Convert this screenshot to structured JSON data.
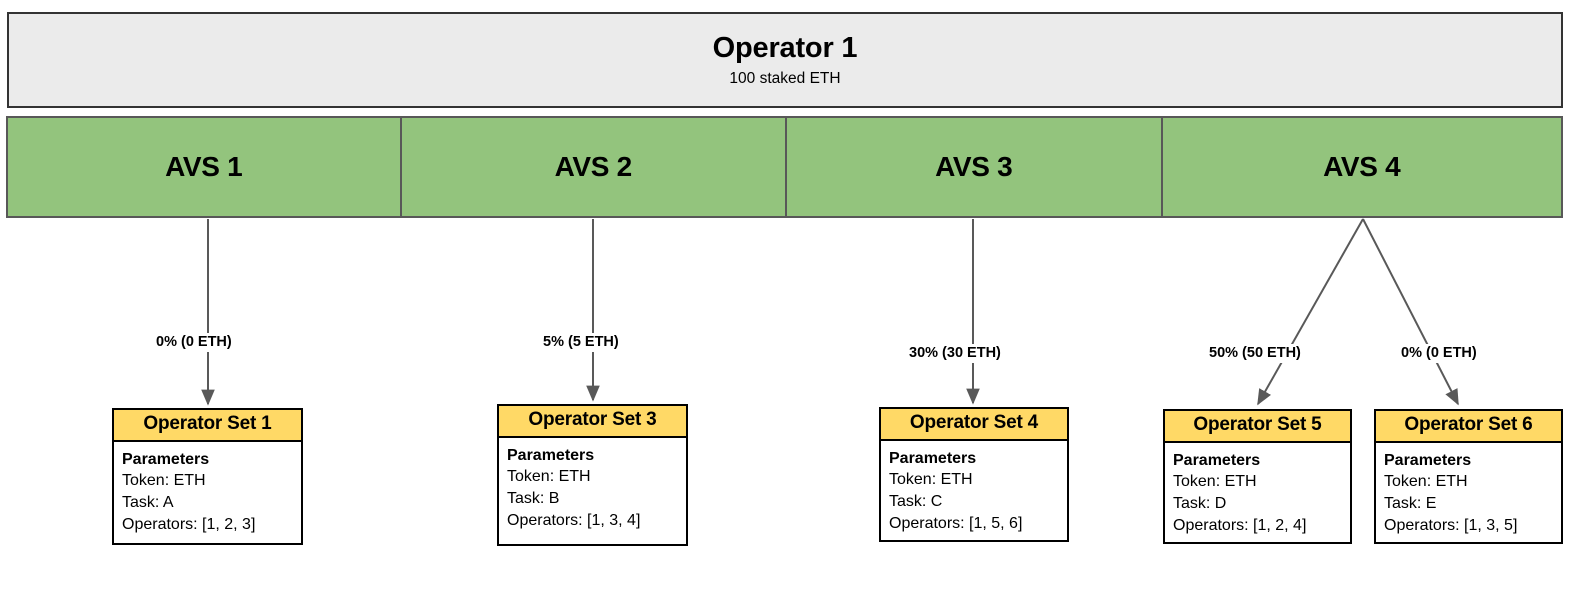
{
  "diagram": {
    "title": "Operator 1 AVS allocation diagram",
    "colors": {
      "operator_box": "#ebebeb",
      "avs_box": "#93c47d",
      "operator_set_header": "#ffd966",
      "operator_set_body": "#ffffff",
      "border": "#000000",
      "connector": "#595959"
    }
  },
  "operator": {
    "name": "Operator 1",
    "stake": "100 staked ETH"
  },
  "avs": [
    {
      "label": "AVS 1"
    },
    {
      "label": "AVS 2"
    },
    {
      "label": "AVS 3"
    },
    {
      "label": "AVS 4"
    }
  ],
  "edges": [
    {
      "from": "AVS 1",
      "to": "Operator Set 1",
      "label": "0% (0 ETH)",
      "percent": 0,
      "eth": 0
    },
    {
      "from": "AVS 2",
      "to": "Operator Set 3",
      "label": "5% (5 ETH)",
      "percent": 5,
      "eth": 5
    },
    {
      "from": "AVS 3",
      "to": "Operator Set 4",
      "label": "30% (30 ETH)",
      "percent": 30,
      "eth": 30
    },
    {
      "from": "AVS 4",
      "to": "Operator Set 5",
      "label": "50% (50 ETH)",
      "percent": 50,
      "eth": 50
    },
    {
      "from": "AVS 4",
      "to": "Operator Set 6",
      "label": "0% (0 ETH)",
      "percent": 0,
      "eth": 0
    }
  ],
  "operator_sets": [
    {
      "title": "Operator Set 1",
      "params_title": "Parameters",
      "token": "Token: ETH",
      "task": "Task: A",
      "operators": "Operators: [1, 2, 3]"
    },
    {
      "title": "Operator Set 3",
      "params_title": "Parameters",
      "token": "Token: ETH",
      "task": "Task: B",
      "operators": "Operators: [1, 3, 4]"
    },
    {
      "title": "Operator Set 4",
      "params_title": "Parameters",
      "token": "Token: ETH",
      "task": "Task: C",
      "operators": "Operators: [1, 5, 6]"
    },
    {
      "title": "Operator Set 5",
      "params_title": "Parameters",
      "token": "Token: ETH",
      "task": "Task: D",
      "operators": "Operators: [1, 2, 4]"
    },
    {
      "title": "Operator Set 6",
      "params_title": "Parameters",
      "token": "Token: ETH",
      "task": "Task: E",
      "operators": "Operators: [1, 3, 5]"
    }
  ]
}
